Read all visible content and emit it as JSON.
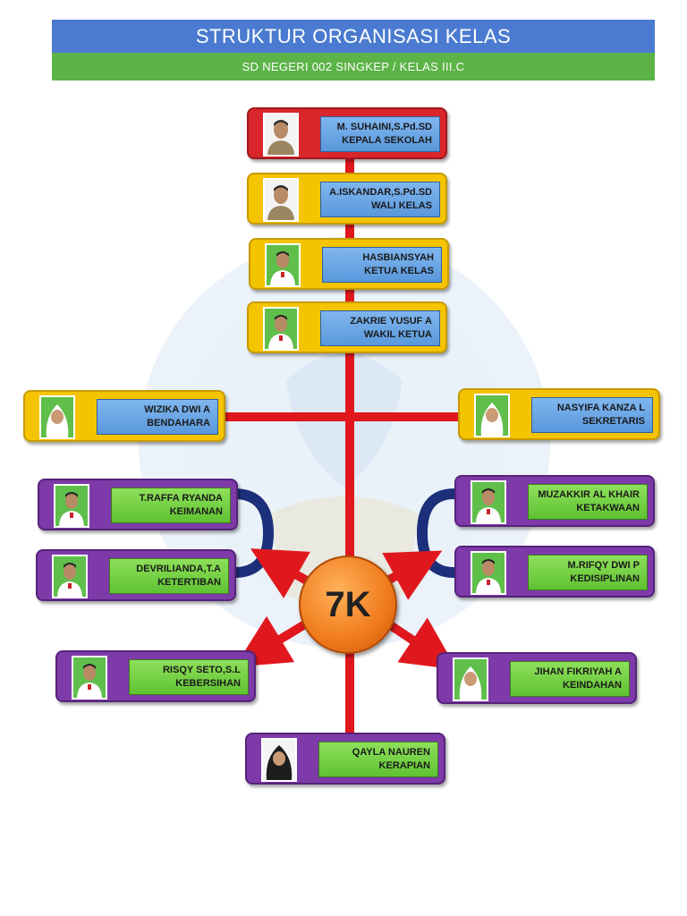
{
  "header": {
    "title": "STRUKTUR ORGANISASI KELAS",
    "subtitle": "SD NEGERI 002 SINGKEP / KELAS III.C"
  },
  "center_badge": "7K",
  "colors": {
    "header_blue": "#4a7bd0",
    "header_green": "#5cb347",
    "connector_red": "#e0181e",
    "badge_orange": "#f07a1c",
    "card_red": "#d9262b",
    "card_yellow": "#f5c400",
    "card_purple": "#7d3aa8",
    "label_blue": "#6aa5e6",
    "label_green": "#72cf40"
  },
  "members": [
    {
      "name": "M. SUHAINI,S.Pd.SD",
      "role": "KEPALA SEKOLAH"
    },
    {
      "name": "A.ISKANDAR,S.Pd.SD",
      "role": "WALI KELAS"
    },
    {
      "name": "HASBIANSYAH",
      "role": "KETUA KELAS"
    },
    {
      "name": "ZAKRIE YUSUF A",
      "role": "WAKIL KETUA"
    },
    {
      "name": "WIZIKA DWI A",
      "role": "BENDAHARA"
    },
    {
      "name": "NASYIFA KANZA L",
      "role": "SEKRETARIS"
    },
    {
      "name": "T.RAFFA RYANDA",
      "role": "KEIMANAN"
    },
    {
      "name": "MUZAKKIR AL KHAIR",
      "role": "KETAKWAAN"
    },
    {
      "name": "DEVRILIANDA,T.A",
      "role": "KETERTIBAN"
    },
    {
      "name": "M.RIFQY DWI P",
      "role": "KEDISIPLINAN"
    },
    {
      "name": "RISQY SETO,S.L",
      "role": "KEBERSIHAN"
    },
    {
      "name": "JIHAN FIKRIYAH A",
      "role": "KEINDAHAN"
    },
    {
      "name": "QAYLA NAUREN",
      "role": "KERAPIAN"
    }
  ]
}
